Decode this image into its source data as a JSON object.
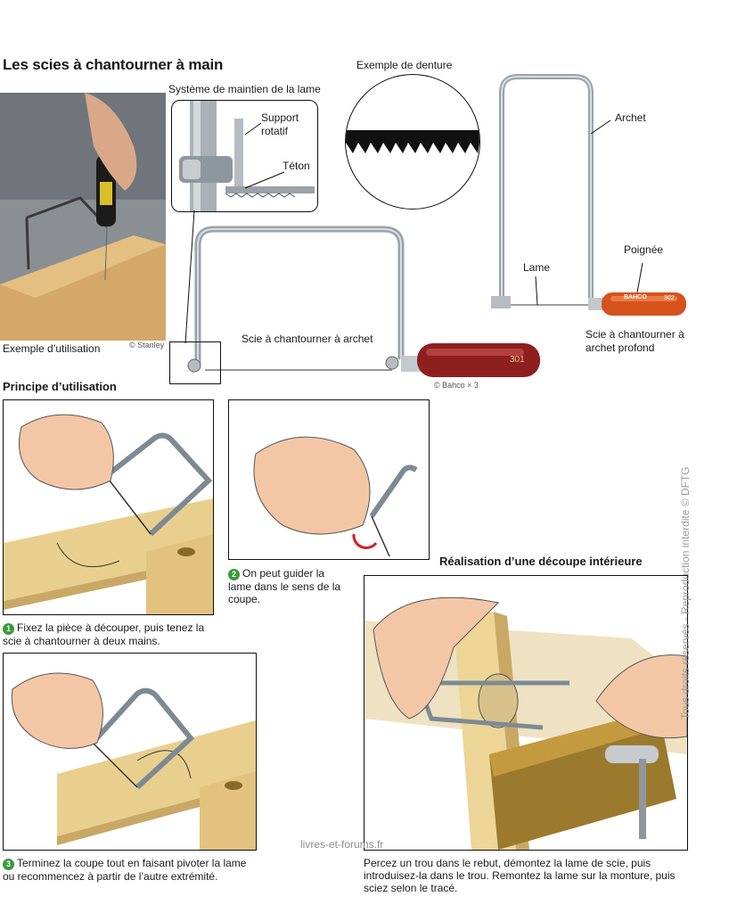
{
  "title": "Les scies à chantourner à main",
  "photo": {
    "caption": "Exemple d’utilisation",
    "credit": "© Stanley"
  },
  "holder": {
    "title": "Système de maintien de la lame",
    "support_label": "Support rotatif",
    "teton_label": "Téton"
  },
  "teeth": {
    "title": "Exemple de denture"
  },
  "archet_saw": {
    "label": "Scie à chantourner à archet",
    "handle_number": "301",
    "credit": "© Bahco × 3"
  },
  "deep_saw": {
    "archet_label": "Archet",
    "poignee_label": "Poignée",
    "lame_label": "Lame",
    "caption": "Scie à chantourner à archet profond",
    "brand": "BAHCO",
    "handle_number": "302"
  },
  "principle": {
    "title": "Principe d’utilisation",
    "steps": [
      {
        "number": "1",
        "text": "Fixez la pièce à découper, puis tenez la scie à chantourner à deux mains."
      },
      {
        "number": "2",
        "text": "On peut guider la lame dans le sens de la coupe."
      },
      {
        "number": "3",
        "text": "Terminez la coupe tout en faisant pivoter la lame ou recommencez à partir de l’autre extrémité."
      }
    ]
  },
  "interior": {
    "title": "Réalisation d’une découpe intérieure",
    "text": "Percez un trou dans le rebut, démontez la lame de scie, puis introduisez-la dans le trou. Remontez la lame sur la monture, puis sciez selon le tracé."
  },
  "watermark": "livres-et-forums.fr",
  "rights": "Tous droits réservés - Reproduction interdite © DFTG",
  "colors": {
    "wood": "#e9cf8e",
    "skin": "#f3c7a6",
    "handle_red": "#8e1f1f",
    "steel": "#9aa3aa",
    "badge_green": "#3a9a3a"
  }
}
